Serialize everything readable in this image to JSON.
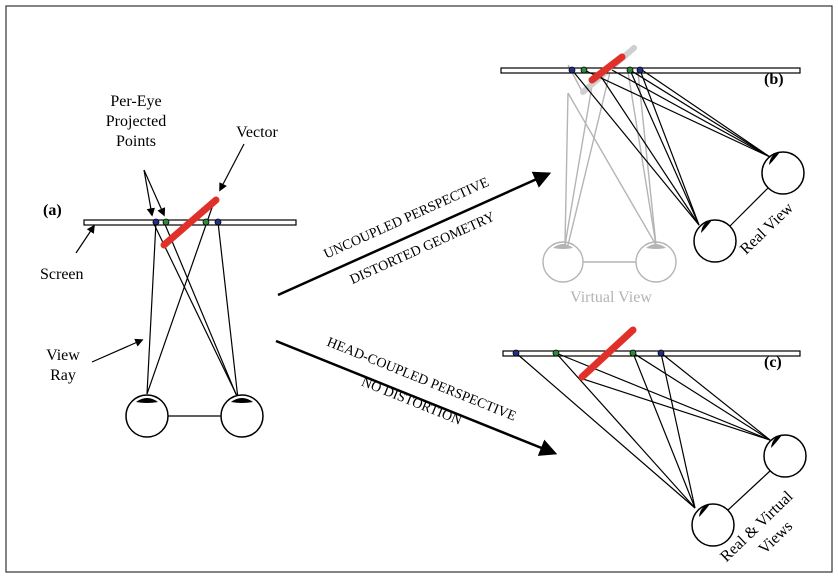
{
  "panel_a": {
    "tag": "(a)",
    "per_eye": [
      "Per-Eye",
      "Projected",
      "Points"
    ],
    "vector": "Vector",
    "screen": "Screen",
    "view_ray": [
      "View",
      "Ray"
    ]
  },
  "panel_b": {
    "tag": "(b)",
    "real_view": "Real View",
    "virtual_view": "Virtual View"
  },
  "panel_c": {
    "tag": "(c)",
    "real_virtual": [
      "Real & Virtual",
      "Views"
    ]
  },
  "arrows": {
    "upper": [
      "UNCOUPLED PERSPECTIVE",
      "DISTORTED GEOMETRY"
    ],
    "lower": [
      "HEAD-COUPLED PERSPECTIVE",
      "NO DISTORTION"
    ]
  },
  "colors": {
    "vector": "#e0302a",
    "ink": "#000000",
    "ghost": "#b4b4b4",
    "projected_point_blue": "#1f2f8a",
    "projected_point_green": "#2e8a3a",
    "background": "#ffffff"
  }
}
